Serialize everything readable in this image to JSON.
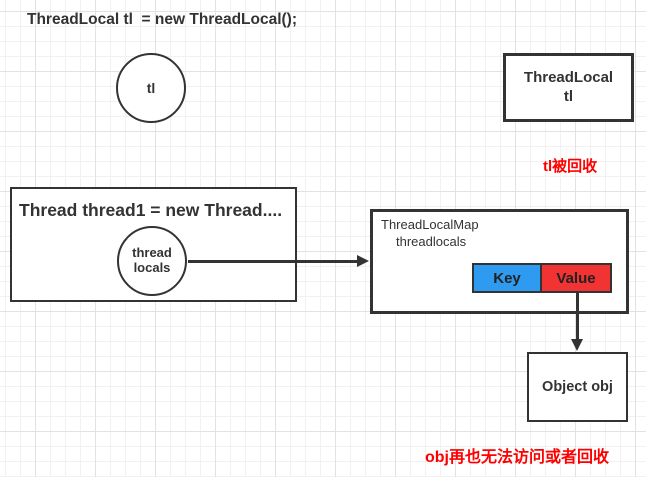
{
  "title_code": "ThreadLocal tl  = new ThreadLocal();",
  "tl_circle": {
    "label": "tl"
  },
  "threadlocal_box": {
    "line1": "ThreadLocal",
    "line2": "tl"
  },
  "notes": {
    "tl_collected": "tl被回收",
    "obj_unreachable": "obj再也无法访问或者回收"
  },
  "thread_box": {
    "title": "Thread thread1 = new Thread...."
  },
  "threadlocals_circle": {
    "line1": "thread",
    "line2": "locals"
  },
  "map_box": {
    "title": "ThreadLocalMap",
    "subtitle": "threadlocals",
    "key_label": "Key",
    "value_label": "Value"
  },
  "object_box": {
    "label": "Object obj"
  },
  "colors": {
    "key_cell_blue": "#2e9bf0",
    "value_cell_red": "#f23333",
    "note_red": "#ff0000",
    "shape_border": "#333333",
    "grid_minor": "#f1f1f1",
    "grid_major": "#e2e2e2"
  }
}
